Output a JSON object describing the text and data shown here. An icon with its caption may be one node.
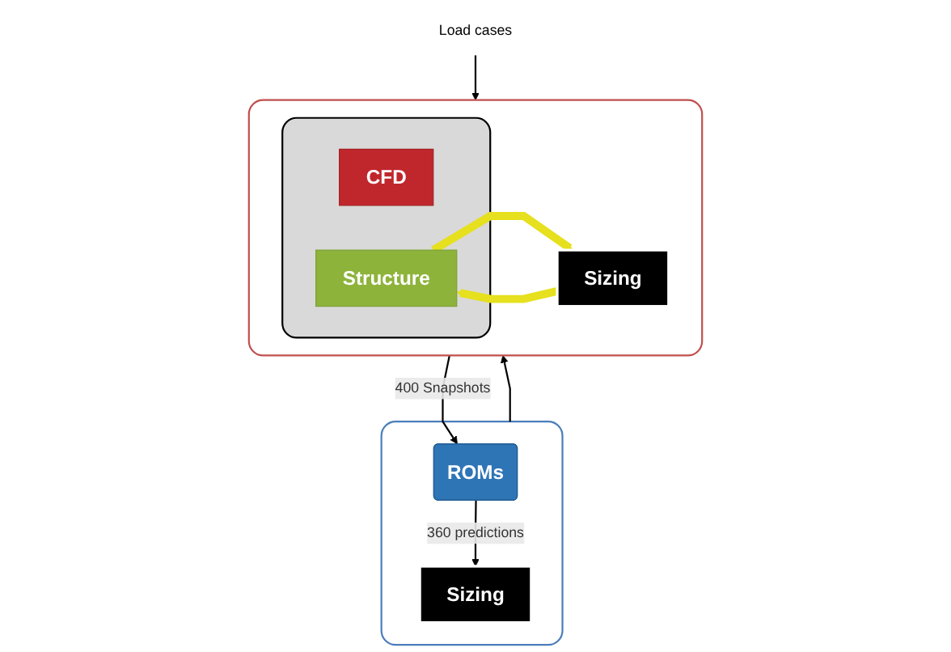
{
  "diagram": {
    "nodes": [
      {
        "text": [],
        "shape": "box"
      },
      {
        "text": [],
        "shape": "box",
        "in": 0
      },
      {
        "text": [
          "CFD"
        ],
        "in": 1
      },
      {
        "text": [
          "Structure"
        ],
        "in": 1
      },
      {
        "text": [
          "Sizing"
        ],
        "in": 0
      },
      {
        "text": [
          "Load cases"
        ]
      },
      {
        "text": [],
        "shape": "box"
      },
      {
        "text": [
          "ROMs"
        ],
        "in": 6
      },
      {
        "text": [
          "Sizing"
        ],
        "in": 6
      }
    ],
    "edges": [
      {
        "from": 5,
        "to": 0,
        "arrow": "to"
      },
      {
        "from": 0,
        "to": 7,
        "arrow": "to",
        "label": "400 Snapshots"
      },
      {
        "from": 7,
        "to": 8,
        "arrow": "to",
        "label": "360 predictions"
      },
      {
        "from": 6,
        "to": 0,
        "arrow": "to"
      },
      {
        "from": 3,
        "to": 4,
        "arrow": "to",
        "style": "thick",
        "color": "#e6e01e"
      },
      {
        "from": 4,
        "to": 3,
        "arrow": "to",
        "style": "thick",
        "color": "#e6e01e"
      }
    ]
  }
}
